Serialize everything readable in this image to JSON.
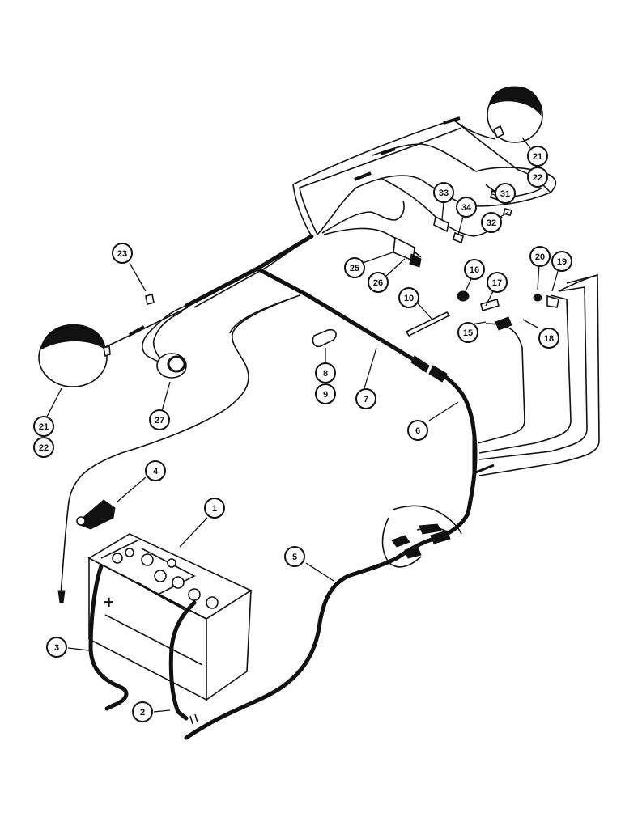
{
  "diagram": {
    "battery_sign": "+",
    "callouts": [
      {
        "id": "c1",
        "label": "1"
      },
      {
        "id": "c2",
        "label": "2"
      },
      {
        "id": "c3",
        "label": "3"
      },
      {
        "id": "c4",
        "label": "4"
      },
      {
        "id": "c5",
        "label": "5"
      },
      {
        "id": "c6",
        "label": "6"
      },
      {
        "id": "c7",
        "label": "7"
      },
      {
        "id": "c8",
        "label": "8"
      },
      {
        "id": "c9",
        "label": "9"
      },
      {
        "id": "c10",
        "label": "10"
      },
      {
        "id": "c15",
        "label": "15"
      },
      {
        "id": "c16",
        "label": "16"
      },
      {
        "id": "c17",
        "label": "17"
      },
      {
        "id": "c18",
        "label": "18"
      },
      {
        "id": "c19",
        "label": "19"
      },
      {
        "id": "c20",
        "label": "20"
      },
      {
        "id": "c21a",
        "label": "21"
      },
      {
        "id": "c22a",
        "label": "22"
      },
      {
        "id": "c21b",
        "label": "21"
      },
      {
        "id": "c22b",
        "label": "22"
      },
      {
        "id": "c23",
        "label": "23"
      },
      {
        "id": "c25",
        "label": "25"
      },
      {
        "id": "c26",
        "label": "26"
      },
      {
        "id": "c27",
        "label": "27"
      },
      {
        "id": "c31",
        "label": "31"
      },
      {
        "id": "c32",
        "label": "32"
      },
      {
        "id": "c33",
        "label": "33"
      },
      {
        "id": "c34",
        "label": "34"
      }
    ]
  }
}
